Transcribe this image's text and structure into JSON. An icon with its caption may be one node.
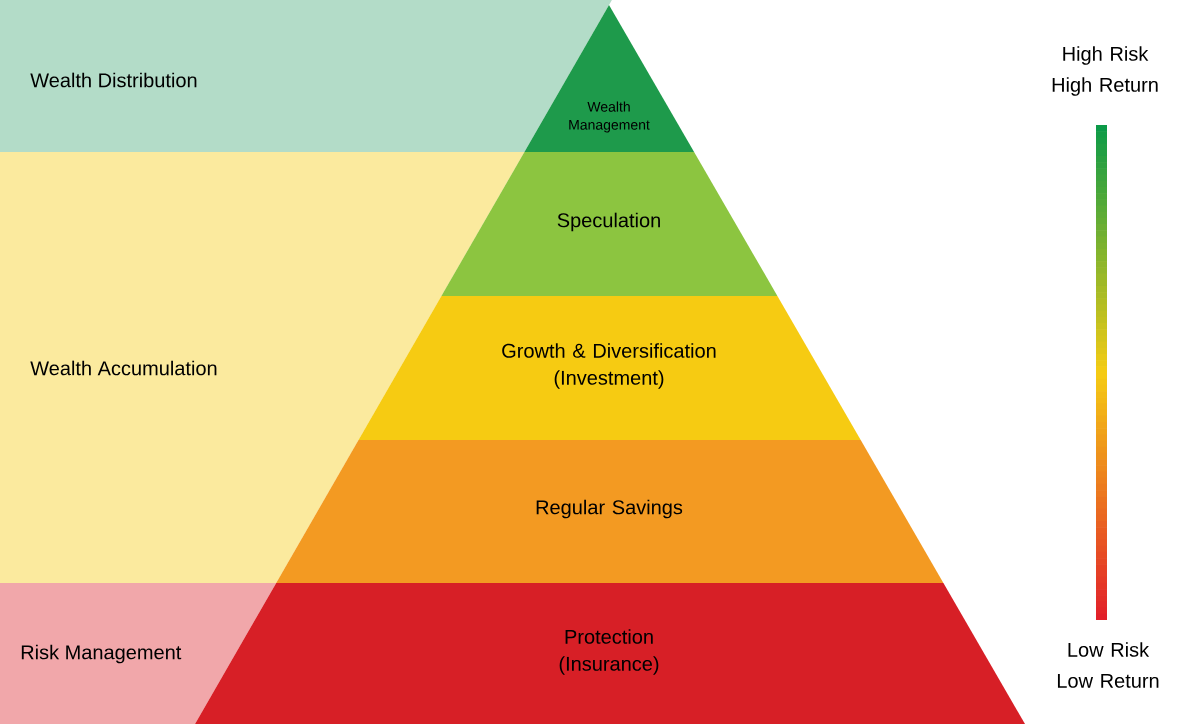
{
  "diagram": {
    "nodes": [
      {
        "text": [
          "Wealth Distribution"
        ]
      },
      {
        "text": [
          "Wealth Management"
        ]
      },
      {
        "text": [
          "Wealth Accumulation"
        ]
      },
      {
        "text": [
          "Speculation"
        ]
      },
      {
        "text": [
          "Growth & Diversification (Investment)"
        ]
      },
      {
        "text": [
          "Regular Savings"
        ]
      },
      {
        "text": [
          "Risk Management"
        ]
      },
      {
        "text": [
          "Protection (Insurance)"
        ]
      }
    ],
    "labels": [
      "High Risk High Return",
      "Low Risk Low Return"
    ]
  }
}
